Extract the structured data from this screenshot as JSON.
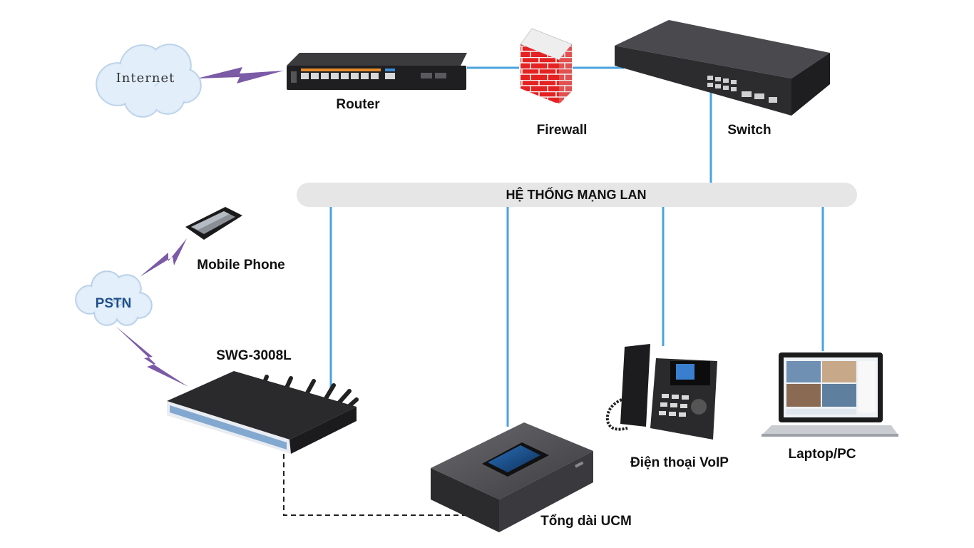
{
  "clouds": {
    "internet": "Internet",
    "pstn": "PSTN"
  },
  "devices": {
    "router": "Router",
    "firewall": "Firewall",
    "switch": "Switch",
    "mobile": "Mobile Phone",
    "gateway": "SWG-3008L",
    "ucm": "Tổng dài UCM",
    "voip": "Điện thoại VoIP",
    "laptop": "Laptop/PC"
  },
  "lan_bus": "HỆ THỐNG MẠNG LAN",
  "colors": {
    "lan_line": "#4aa3df",
    "wireless_bolt": "#7b5aa6",
    "bus_fill": "#e6e6e6",
    "firewall_red": "#e02020",
    "cloud_fill": "#d7e7f7"
  },
  "icons": [
    "cloud-icon",
    "router-icon",
    "firewall-icon",
    "switch-icon",
    "smartphone-icon",
    "gateway-icon",
    "pbx-icon",
    "ip-phone-icon",
    "laptop-icon",
    "lightning-bolt-icon"
  ]
}
